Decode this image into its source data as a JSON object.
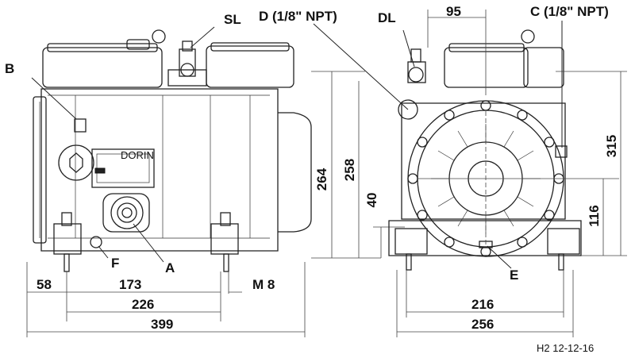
{
  "drawing_id": "H2 12-12-16",
  "brand_plate": "DORIN",
  "callouts": {
    "sl": "SL",
    "d": "D (1/8\" NPT)",
    "dl": "DL",
    "c": "C (1/8\" NPT)",
    "b": "B",
    "f": "F",
    "a": "A",
    "e": "E"
  },
  "dimensions": {
    "left": {
      "d58": "58",
      "d173": "173",
      "d226": "226",
      "d399": "399",
      "m8": "M  8",
      "d264": "264",
      "d258": "258",
      "d40": "40"
    },
    "right": {
      "d95": "95",
      "d216": "216",
      "d256": "256",
      "d315": "315",
      "d116": "116"
    }
  }
}
